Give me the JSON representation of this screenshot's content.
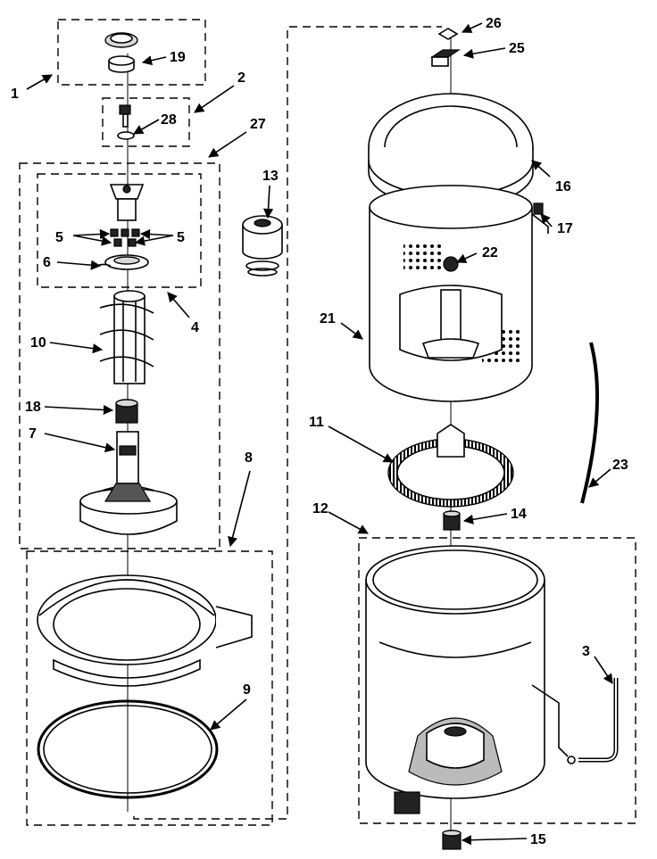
{
  "callouts": {
    "c1": "1",
    "c2": "2",
    "c3": "3",
    "c4": "4",
    "c5a": "5",
    "c5b": "5",
    "c6": "6",
    "c7": "7",
    "c8": "8",
    "c9": "9",
    "c10": "10",
    "c11": "11",
    "c12": "12",
    "c13": "13",
    "c14": "14",
    "c15": "15",
    "c16": "16",
    "c17": "17",
    "c18": "18",
    "c19": "19",
    "c21": "21",
    "c22": "22",
    "c23": "23",
    "c25": "25",
    "c26": "26",
    "c27": "27",
    "c28": "28"
  }
}
